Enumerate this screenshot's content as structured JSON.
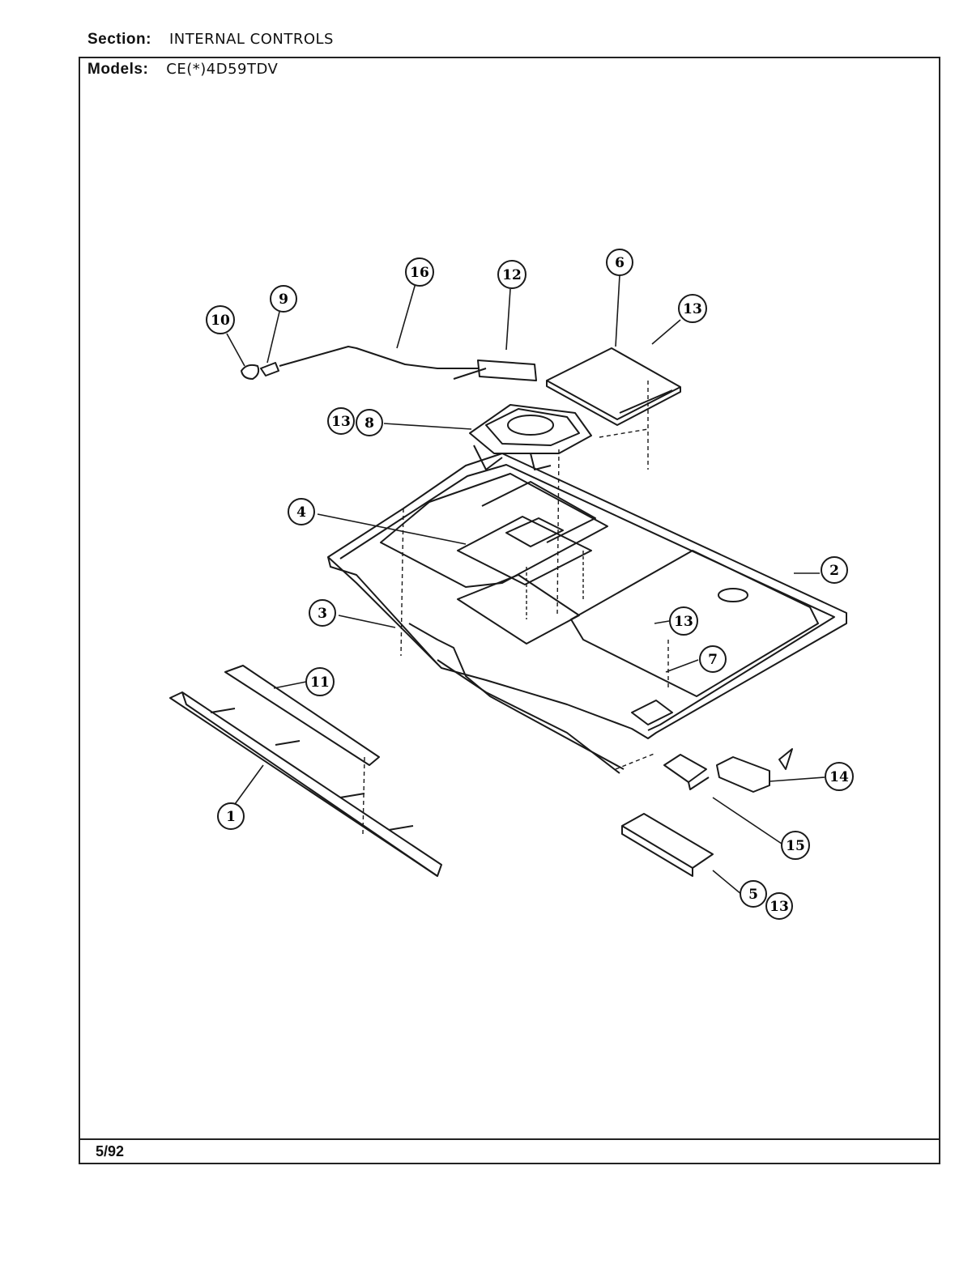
{
  "header": {
    "section_label": "Section:",
    "section_value": "INTERNAL CONTROLS",
    "models_label": "Models:",
    "models_value": "CE(*)4D59TDV"
  },
  "footer": {
    "date": "5/92"
  },
  "callouts": {
    "c1": "1",
    "c2": "2",
    "c3": "3",
    "c4": "4",
    "c5": "5",
    "c6": "6",
    "c7": "7",
    "c8": "8",
    "c9": "9",
    "c10": "10",
    "c11": "11",
    "c12": "12",
    "c13a": "13",
    "c13b": "13",
    "c13c": "13",
    "c13d": "13",
    "c14": "14",
    "c15": "15",
    "c16": "16"
  },
  "colors": {
    "ink": "#1a1a1a",
    "paper": "#ffffff"
  }
}
